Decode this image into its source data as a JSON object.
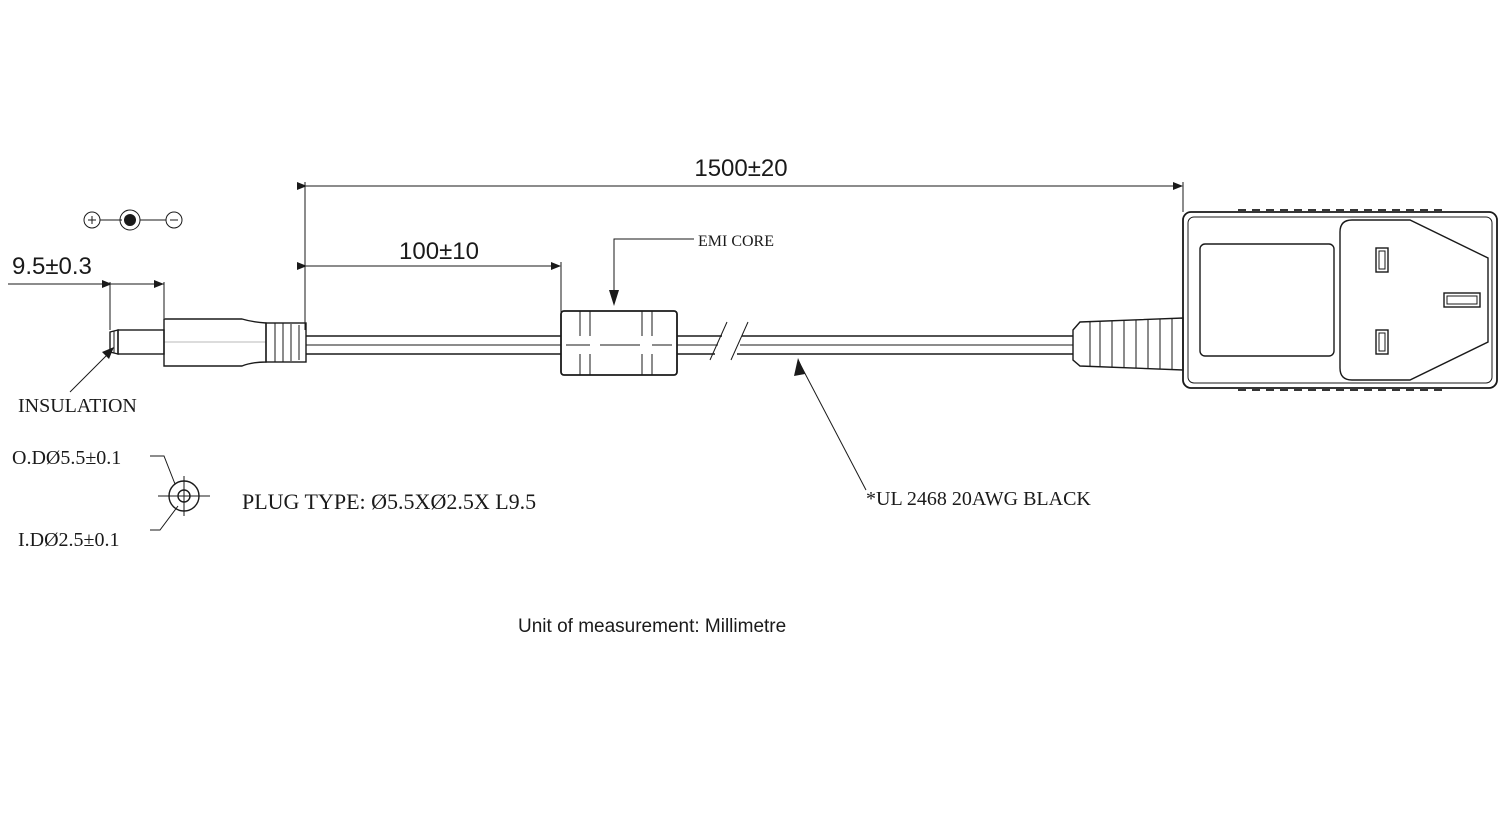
{
  "dimensions": {
    "cable_length": "1500±20",
    "core_distance": "100±10",
    "plug_length": "9.5±0.3"
  },
  "labels": {
    "emi_core": "EMI CORE",
    "insulation": "INSULATION",
    "outer_diameter": "O.DØ5.5±0.1",
    "inner_diameter": "I.DØ2.5±0.1",
    "plug_type": "PLUG TYPE: Ø5.5XØ2.5X L9.5",
    "cable_spec": "*UL 2468  20AWG  BLACK"
  },
  "footer": {
    "unit_note": "Unit of measurement: Millimetre"
  },
  "polarity": {
    "center": "+",
    "sleeve": "−"
  }
}
